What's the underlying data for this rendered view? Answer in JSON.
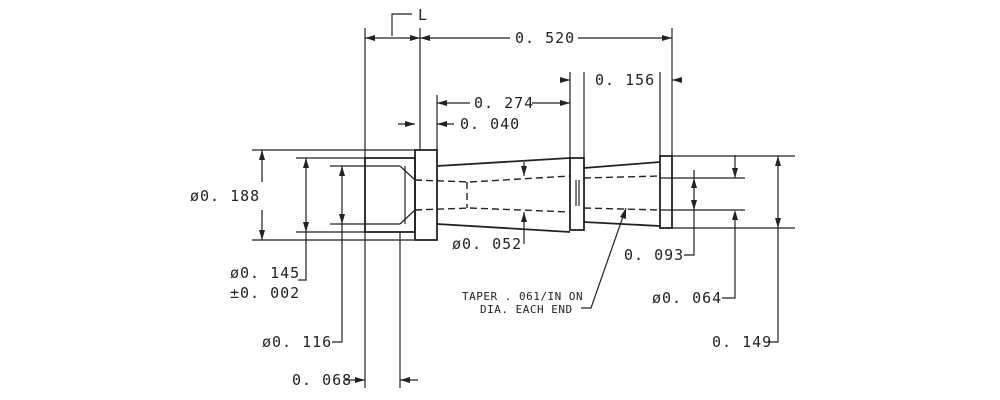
{
  "labels": {
    "l_ref": "L",
    "d0520": "0. 520",
    "d0156": "0. 156",
    "d0274": "0. 274",
    "d0040": "0. 040",
    "d0188": "ø0. 188",
    "d0145": "ø0. 145",
    "d0145_tol": "±0. 002",
    "d0116": "ø0. 116",
    "d0068": "0. 068",
    "d0052": "ø0. 052",
    "d0093": "0. 093",
    "d0064": "ø0. 064",
    "d0149": "0. 149",
    "taper_line1": "TAPER . 061/IN ON",
    "taper_line2": "DIA. EACH END"
  }
}
